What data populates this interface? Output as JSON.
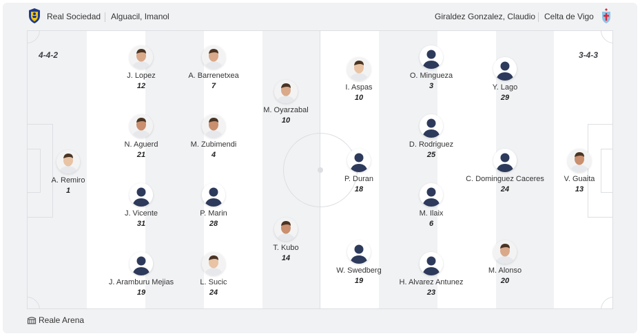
{
  "header": {
    "home_team": "Real Sociedad",
    "home_coach": "Alguacil, Imanol",
    "away_coach": "Giraldez Gonzalez, Claudio",
    "away_team": "Celta de Vigo",
    "home_crest_icon": "real-sociedad-crest-icon",
    "away_crest_icon": "celta-de-vigo-crest-icon"
  },
  "formations": {
    "home": "4-4-2",
    "away": "3-4-3"
  },
  "players": {
    "home": [
      {
        "name": "A. Remiro",
        "number": "1",
        "photo": "photo"
      },
      {
        "name": "J. Lopez",
        "number": "12",
        "photo": "photo"
      },
      {
        "name": "N. Aguerd",
        "number": "21",
        "photo": "photo"
      },
      {
        "name": "J. Vicente",
        "number": "31",
        "photo": "silhouette"
      },
      {
        "name": "J. Aramburu Mejias",
        "number": "19",
        "photo": "silhouette"
      },
      {
        "name": "A. Barrenetxea",
        "number": "7",
        "photo": "photo"
      },
      {
        "name": "M. Zubimendi",
        "number": "4",
        "photo": "photo"
      },
      {
        "name": "P. Marin",
        "number": "28",
        "photo": "silhouette"
      },
      {
        "name": "L. Sucic",
        "number": "24",
        "photo": "photo"
      },
      {
        "name": "M. Oyarzabal",
        "number": "10",
        "photo": "photo"
      },
      {
        "name": "T. Kubo",
        "number": "14",
        "photo": "photo"
      }
    ],
    "away": [
      {
        "name": "I. Aspas",
        "number": "10",
        "photo": "photo"
      },
      {
        "name": "P. Duran",
        "number": "18",
        "photo": "silhouette"
      },
      {
        "name": "W. Swedberg",
        "number": "19",
        "photo": "silhouette"
      },
      {
        "name": "O. Mingueza",
        "number": "3",
        "photo": "silhouette"
      },
      {
        "name": "D. Rodriguez",
        "number": "25",
        "photo": "silhouette"
      },
      {
        "name": "M. Ilaix",
        "number": "6",
        "photo": "silhouette"
      },
      {
        "name": "H. Alvarez Antunez",
        "number": "23",
        "photo": "silhouette"
      },
      {
        "name": "Y. Lago",
        "number": "29",
        "photo": "silhouette"
      },
      {
        "name": "C. Dominguez Caceres",
        "number": "24",
        "photo": "silhouette"
      },
      {
        "name": "M. Alonso",
        "number": "20",
        "photo": "photo"
      },
      {
        "name": "V. Guaita",
        "number": "13",
        "photo": "photo"
      }
    ]
  },
  "footer": {
    "stadium": "Reale Arena",
    "stadium_icon": "stadium-icon"
  }
}
